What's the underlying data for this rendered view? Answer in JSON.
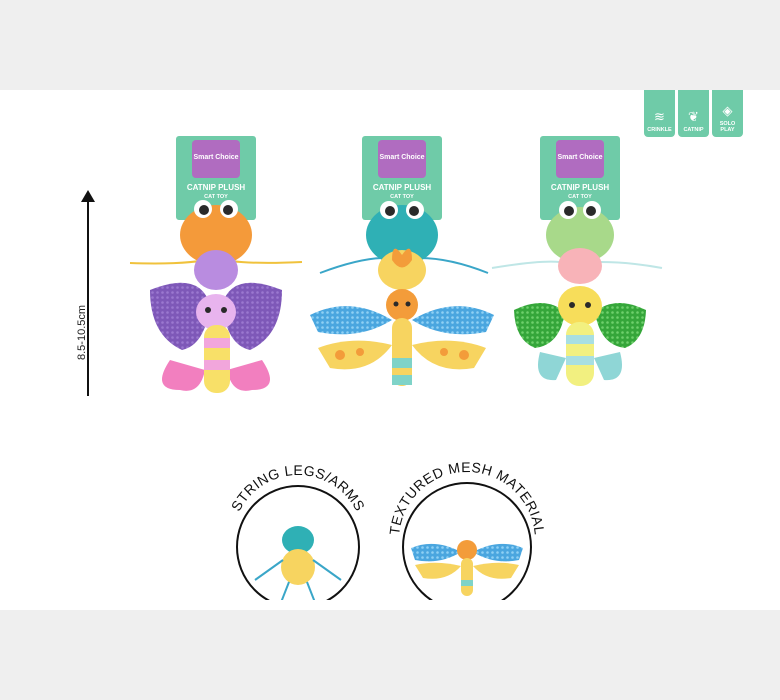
{
  "brand": "Smart Choice",
  "products": [
    {
      "title": "CATNIP PLUSH",
      "subtitle": "CAT TOY"
    },
    {
      "title": "CATNIP PLUSH",
      "subtitle": "CAT TOY"
    },
    {
      "title": "CATNIP PLUSH",
      "subtitle": "CAT TOY"
    }
  ],
  "badges": [
    {
      "label": "CRINKLE",
      "icon": "wave-lines-icon"
    },
    {
      "label": "CATNIP",
      "icon": "leaf-icon"
    },
    {
      "label": "SOLO PLAY",
      "icon": "cat-icon"
    }
  ],
  "size_label": "8.5-10.5cm",
  "callouts": [
    {
      "label": "STRING LEGS/ARMS"
    },
    {
      "label": "TEXTURED MESH MATERIAL"
    }
  ],
  "colors": {
    "header_green": "#6fcba8",
    "brand_purple": "#b06cc0",
    "background": "#efefef"
  }
}
